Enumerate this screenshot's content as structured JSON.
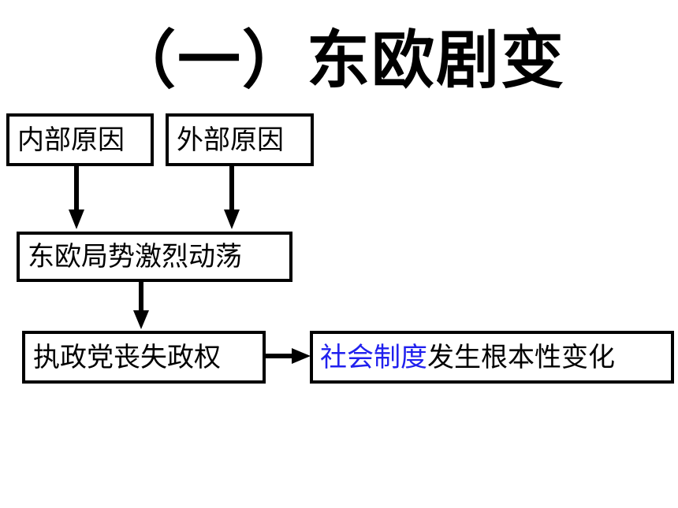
{
  "title": "（一）东欧剧变",
  "colors": {
    "text": "#000000",
    "border": "#000000",
    "accent": "#2020ee",
    "background": "#ffffff"
  },
  "boxes": {
    "internal_cause": "内部原因",
    "external_cause": "外部原因",
    "turmoil": "东欧局势激烈动荡",
    "lose_power": "执政党丧失政权",
    "system_change_highlight": "社会制度",
    "system_change_rest": "发生根本性变化"
  }
}
